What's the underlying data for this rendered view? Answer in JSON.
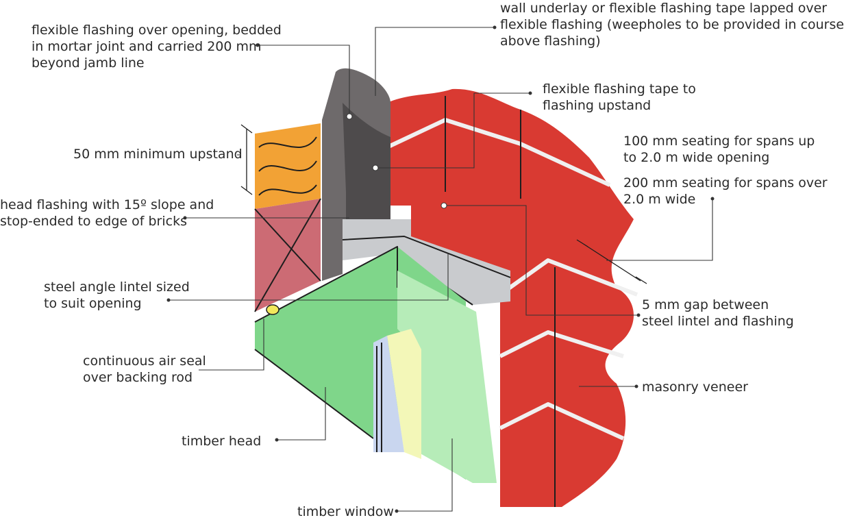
{
  "labels": {
    "flexible_flashing_over_opening": [
      "flexible flashing over opening, bedded",
      "in mortar joint and carried 200 mm",
      "beyond jamb line"
    ],
    "wall_underlay": [
      "wall underlay or flexible flashing tape lapped over",
      "flexible flashing (weepholes to be provided in course",
      "above flashing)"
    ],
    "flexible_flashing_tape": [
      "flexible flashing tape to",
      "flashing upstand"
    ],
    "minimum_upstand": [
      "50 mm minimum upstand"
    ],
    "seating_100": [
      "100 mm seating for spans up",
      "to 2.0 m wide opening"
    ],
    "seating_200": [
      "200 mm seating for spans over",
      "2.0 m wide"
    ],
    "head_flashing": [
      "head flashing with 15º slope and",
      "stop-ended to edge of bricks"
    ],
    "steel_angle_lintel": [
      "steel angle lintel sized",
      "to suit opening"
    ],
    "gap_5mm": [
      "5 mm gap between",
      "steel lintel and flashing"
    ],
    "air_seal": [
      "continuous air seal",
      "over backing rod"
    ],
    "masonry_veneer": [
      "masonry veneer"
    ],
    "timber_head": [
      "timber head"
    ],
    "timber_window": [
      "timber window"
    ]
  },
  "colors": {
    "brick": "#d93a32",
    "mortar": "#e8e8e8",
    "frame_grey": "#6e6a6b",
    "underlay": "#4e4b4c",
    "flashing": "#c9cbce",
    "insulation": "#f2a235",
    "stud_pink": "#cc6b74",
    "timber_head": "#7fd68a",
    "timber_window": "#b6ecb8",
    "glass": "#c9d6ef",
    "sash": "#f3f7b8",
    "line": "#333333"
  }
}
